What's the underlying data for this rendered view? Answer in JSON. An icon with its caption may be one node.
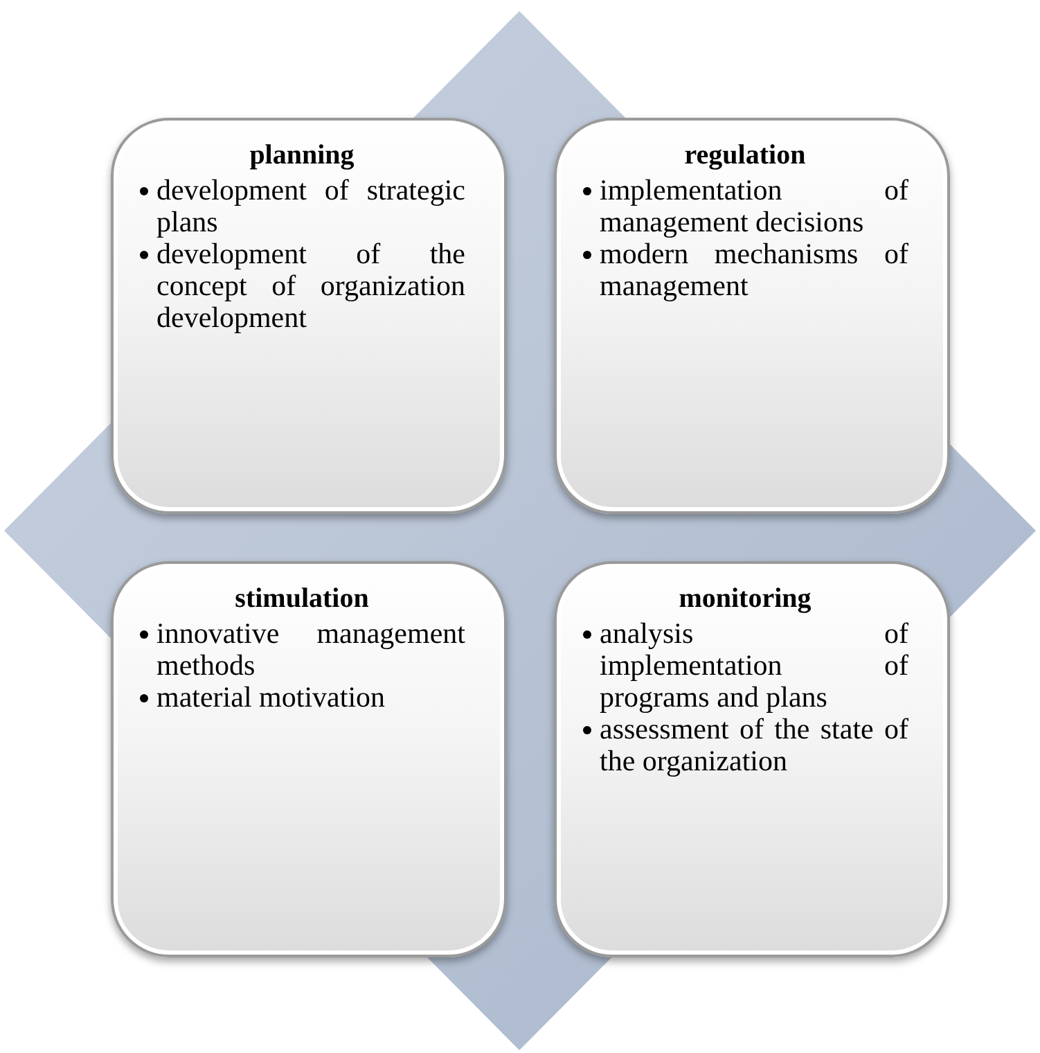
{
  "diagram": {
    "nodes": [
      {
        "text": [
          "planning",
          "development of strategic plans",
          "development of the concept of organization development"
        ]
      },
      {
        "text": [
          "regulation",
          "implementation of management decisions",
          "modern mechanisms of management"
        ]
      },
      {
        "text": [
          "stimulation",
          "innovative management methods",
          "material motivation"
        ]
      },
      {
        "text": [
          "monitoring",
          "analysis of implementation of programs and plans",
          "assessment of the state of the organization"
        ]
      }
    ]
  }
}
